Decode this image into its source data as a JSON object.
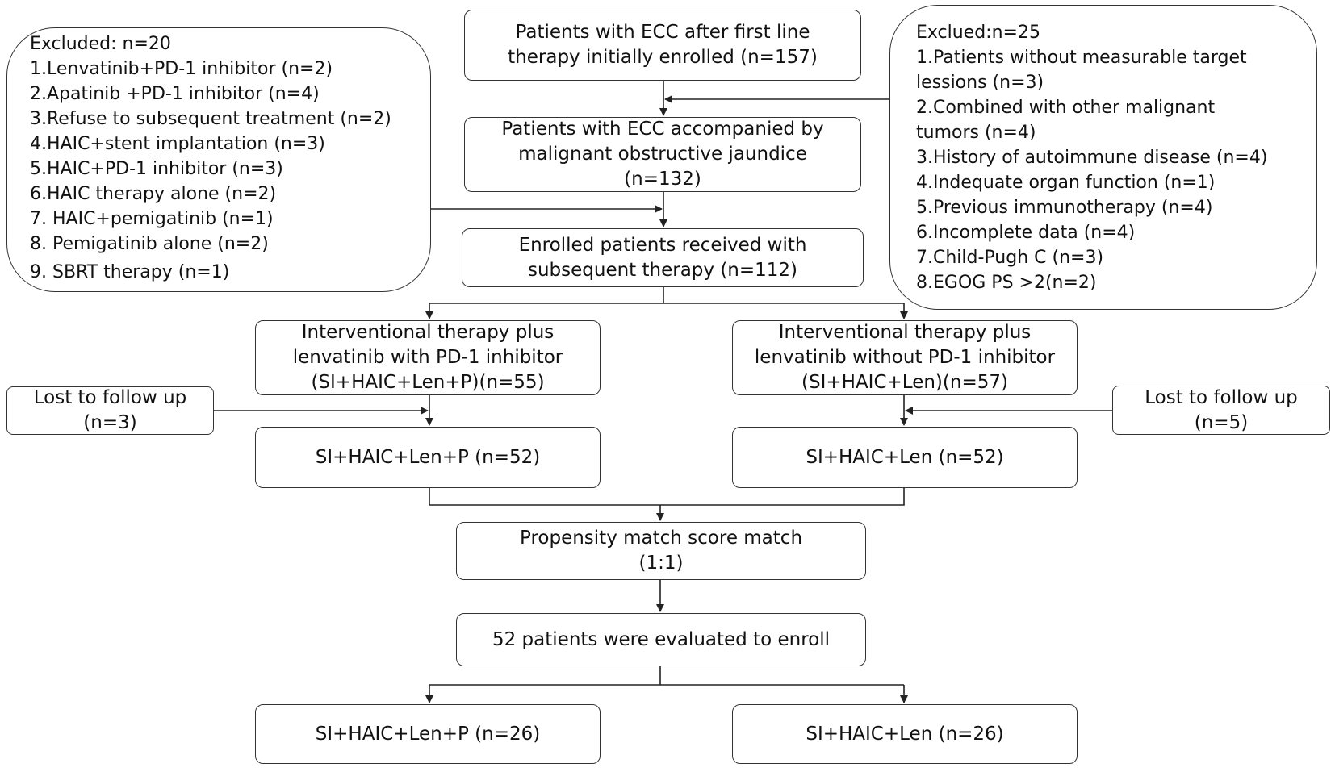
{
  "left_exclusion": {
    "title": "Excluded: n=20",
    "items": [
      "1.Lenvatinib+PD-1 inhibitor (n=2)",
      "2.Apatinib +PD-1 inhibitor (n=4)",
      "3.Refuse to subsequent treatment (n=2)",
      "4.HAIC+stent implantation (n=3)",
      "5.HAIC+PD-1 inhibitor (n=3)",
      "6.HAIC therapy alone (n=2)",
      "7. HAIC+pemigatinib (n=1)",
      "8. Pemigatinib alone (n=2)",
      "9. SBRT therapy (n=1)"
    ]
  },
  "right_exclusion": {
    "title": "Exclued:n=25",
    "items": [
      "1.Patients without measurable target",
      "lessions (n=3)",
      "2.Combined with other malignant",
      "tumors (n=4)",
      "3.History of autoimmune disease (n=4)",
      "4.Indequate organ function (n=1)",
      "5.Previous immunotherapy (n=4)",
      "6.Incomplete data (n=4)",
      "7.Child-Pugh C (n=3)",
      "8.EGOG PS >2(n=2)"
    ]
  },
  "steps": {
    "initial": [
      "Patients with ECC after first line",
      "therapy initially enrolled (n=157)"
    ],
    "jaundice": [
      "Patients with ECC accompanied by",
      "malignant obstructive jaundice",
      "(n=132)"
    ],
    "subsequent": [
      "Enrolled patients received with",
      "subsequent therapy (n=112)"
    ],
    "arm_a": [
      "Interventional therapy plus",
      "lenvatinib with PD-1 inhibitor",
      "(SI+HAIC+Len+P)(n=55)"
    ],
    "arm_b": [
      "Interventional therapy plus",
      "lenvatinib without PD-1 inhibitor",
      "(SI+HAIC+Len)(n=57)"
    ],
    "lost_a": [
      "Lost to follow up",
      "(n=3)"
    ],
    "lost_b": [
      "Lost to follow up",
      "(n=5)"
    ],
    "arm_a_after": [
      "SI+HAIC+Len+P (n=52)"
    ],
    "arm_b_after": [
      "SI+HAIC+Len (n=52)"
    ],
    "psm": [
      "Propensity match score match",
      "(1:1)"
    ],
    "evaluated": [
      "52 patients were evaluated to enroll"
    ],
    "final_a": [
      "SI+HAIC+Len+P (n=26)"
    ],
    "final_b": [
      "SI+HAIC+Len (n=26)"
    ]
  }
}
